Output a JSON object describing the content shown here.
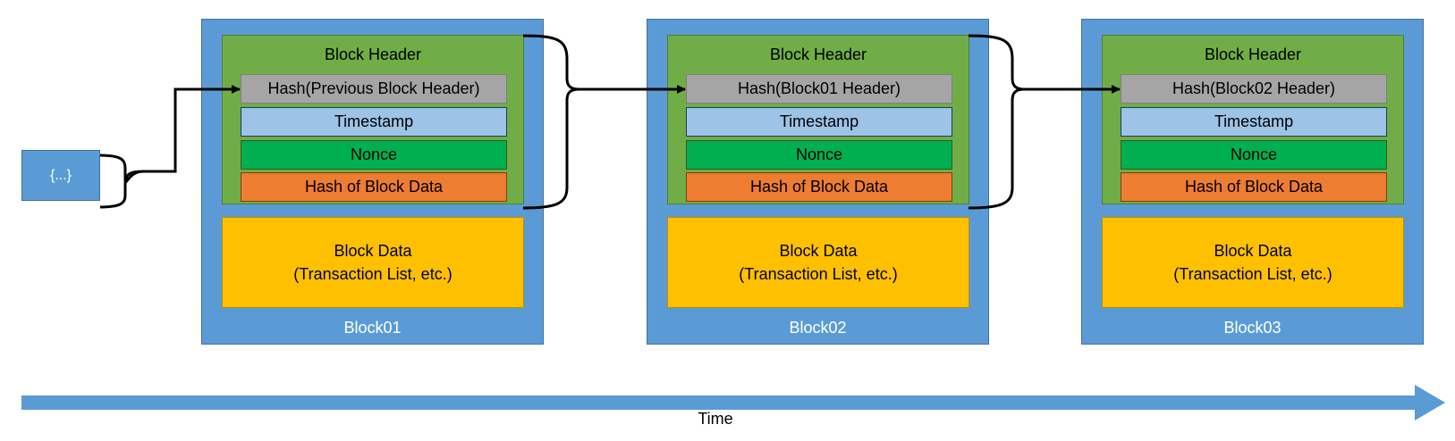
{
  "previous_block": {
    "label": "{...}"
  },
  "blocks": [
    {
      "name": "Block01",
      "header": {
        "title": "Block Header",
        "hash_prev": "Hash(Previous Block Header)",
        "timestamp": "Timestamp",
        "nonce": "Nonce",
        "hash_data": "Hash of Block Data"
      },
      "data": {
        "line1": "Block Data",
        "line2": "(Transaction List, etc.)"
      }
    },
    {
      "name": "Block02",
      "header": {
        "title": "Block Header",
        "hash_prev": "Hash(Block01 Header)",
        "timestamp": "Timestamp",
        "nonce": "Nonce",
        "hash_data": "Hash of Block Data"
      },
      "data": {
        "line1": "Block Data",
        "line2": "(Transaction List, etc.)"
      }
    },
    {
      "name": "Block03",
      "header": {
        "title": "Block Header",
        "hash_prev": "Hash(Block02 Header)",
        "timestamp": "Timestamp",
        "nonce": "Nonce",
        "hash_data": "Hash of Block Data"
      },
      "data": {
        "line1": "Block Data",
        "line2": "(Transaction List, etc.)"
      }
    }
  ],
  "timeline": {
    "label": "Time"
  },
  "colors": {
    "block": "#5b9bd5",
    "header": "#70ad47",
    "hash_row": "#a5a5a5",
    "timestamp_row": "#9dc3e6",
    "nonce_row": "#00b050",
    "hash_data_row": "#ed7d31",
    "block_data": "#ffc000",
    "time_arrow": "#5b9bd5"
  }
}
